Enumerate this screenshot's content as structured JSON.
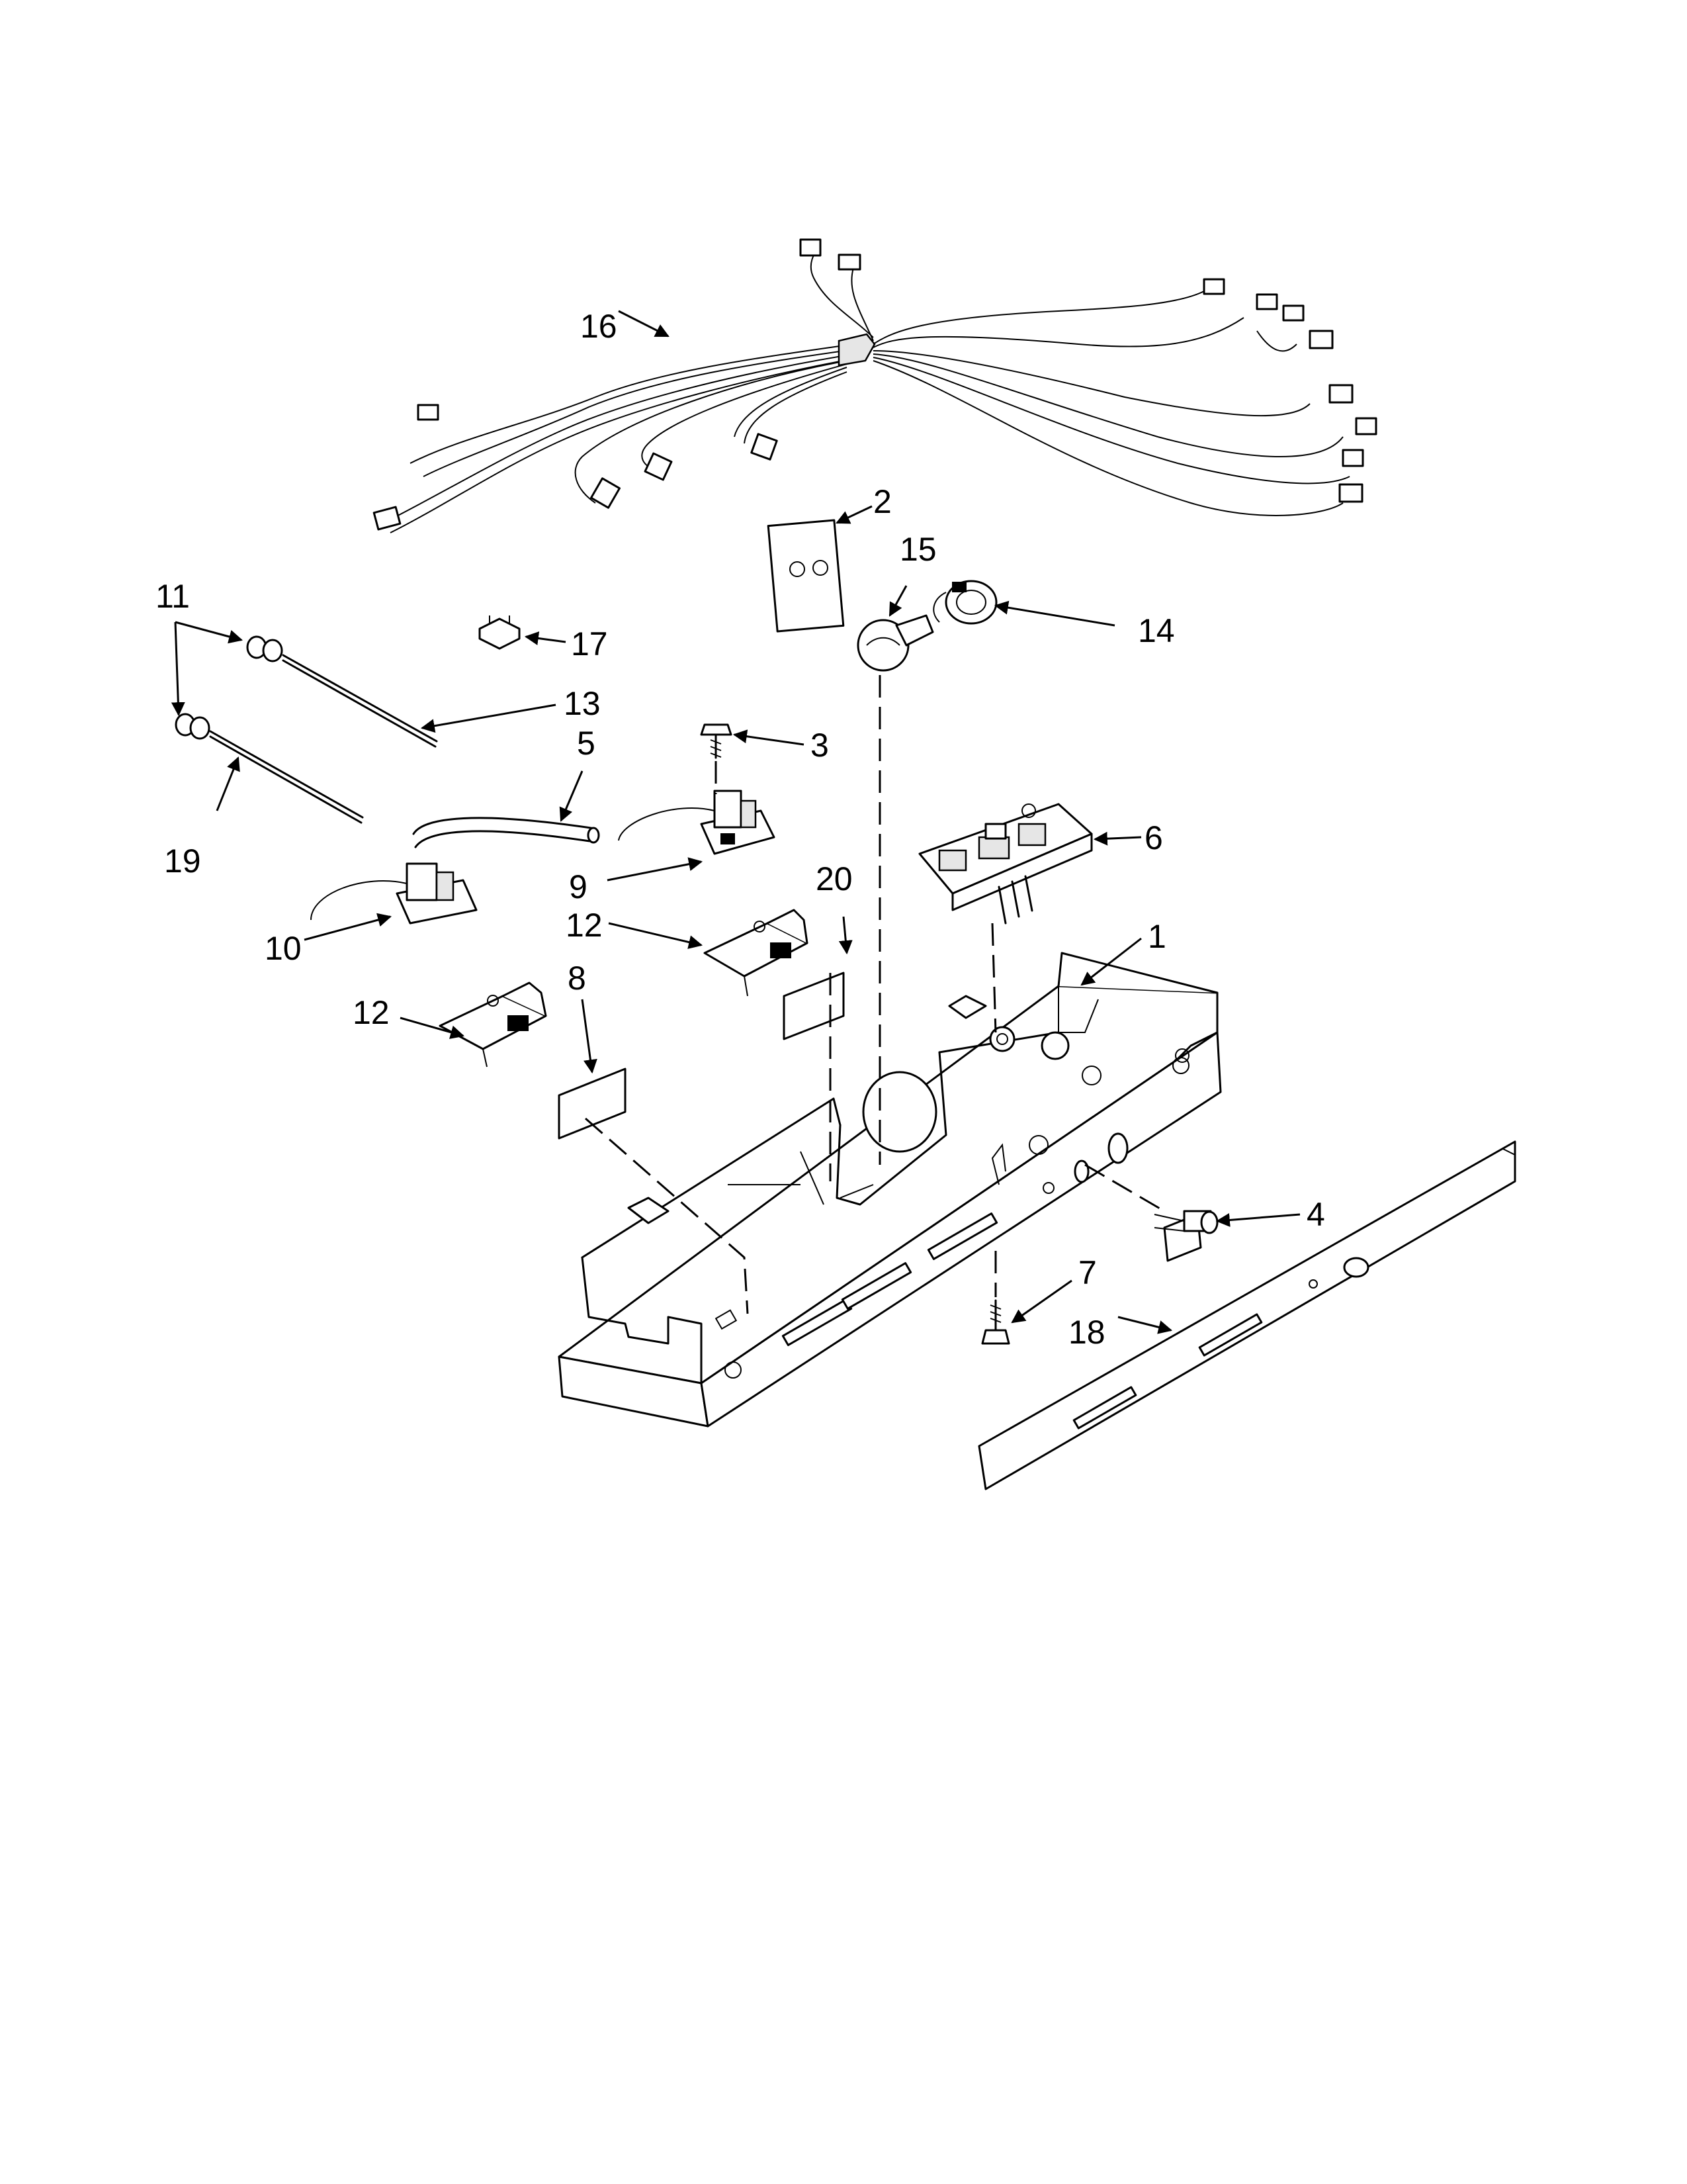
{
  "callouts": {
    "c1": "1",
    "c2": "2",
    "c3": "3",
    "c4": "4",
    "c5": "5",
    "c6": "6",
    "c7": "7",
    "c8": "8",
    "c9": "9",
    "c10": "10",
    "c11": "11",
    "c12a": "12",
    "c12b": "12",
    "c13": "13",
    "c14": "14",
    "c15": "15",
    "c16": "16",
    "c17": "17",
    "c18": "18",
    "c19": "19",
    "c20": "20"
  }
}
